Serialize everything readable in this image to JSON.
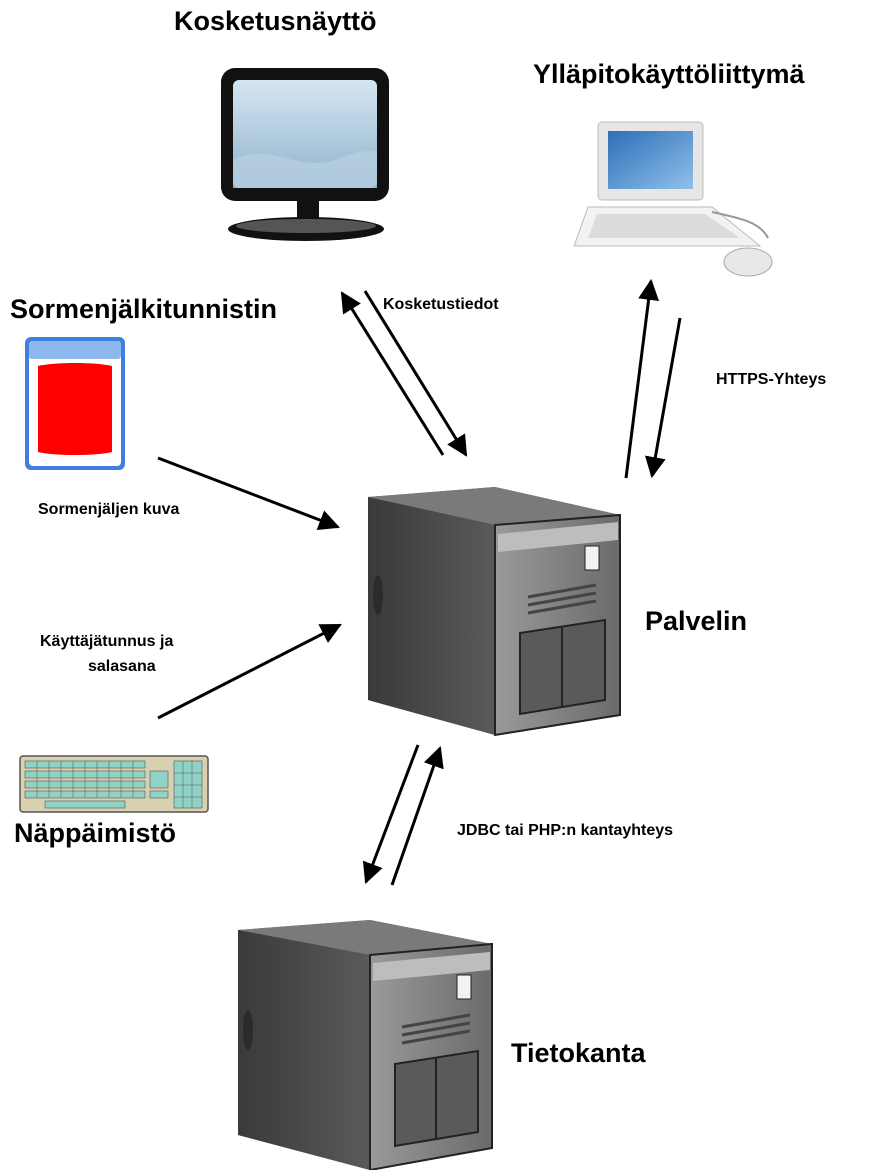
{
  "nodes": {
    "touchscreen": "Kosketusnäyttö",
    "admin_ui": "Ylläpitokäyttöliittymä",
    "fingerprint_scanner": "Sormenjälkitunnistin",
    "server": "Palvelin",
    "keyboard": "Näppäimistö",
    "database": "Tietokanta"
  },
  "edges": {
    "touch_data": "Kosketustiedot",
    "https": "HTTPS-Yhteys",
    "fingerprint_image": "Sormenjäljen kuva",
    "credentials_line1": "Käyttäjätunnus ja",
    "credentials_line2": "salasana",
    "db_connection": "JDBC tai PHP:n kantayhteys"
  }
}
